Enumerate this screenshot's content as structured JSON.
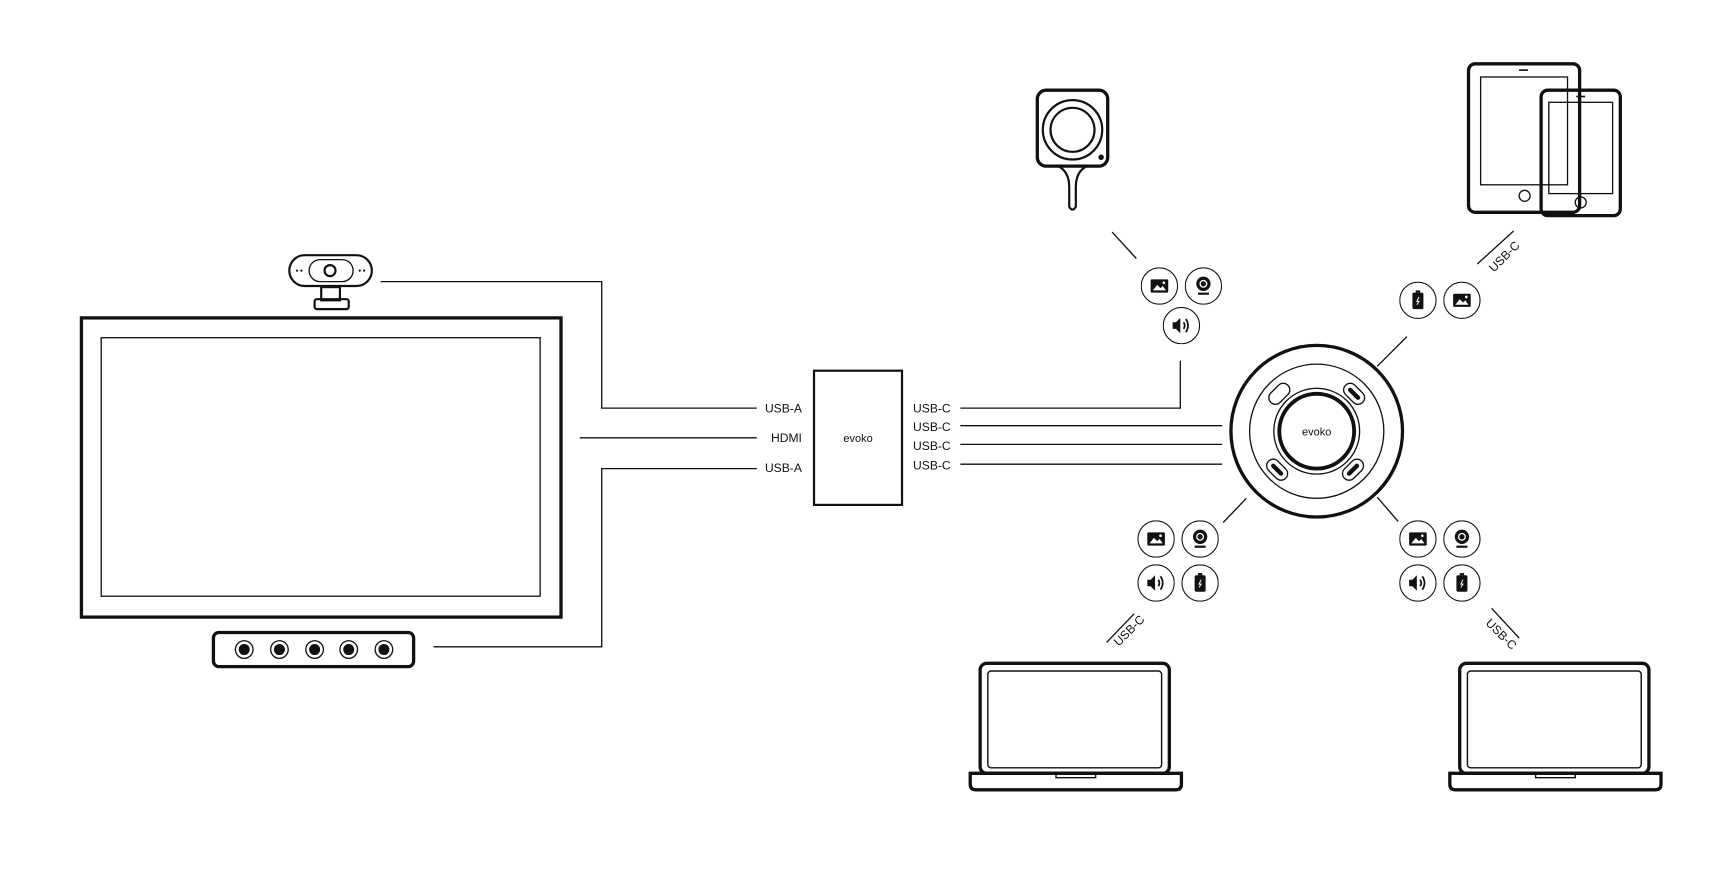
{
  "hub": {
    "brand": "evoko"
  },
  "puck": {
    "brand": "evoko"
  },
  "display_ports": {
    "port_1": "USB-A",
    "port_2": "HDMI",
    "port_3": "USB-A"
  },
  "hub_ports": {
    "port_1": "USB-C",
    "port_2": "USB-C",
    "port_3": "USB-C",
    "port_4": "USB-C"
  },
  "device_labels": {
    "mobile": "USB-C",
    "laptop_left": "USB-C",
    "laptop_right": "USB-C"
  },
  "colors": {
    "stroke": "#111111",
    "background": "#ffffff"
  }
}
